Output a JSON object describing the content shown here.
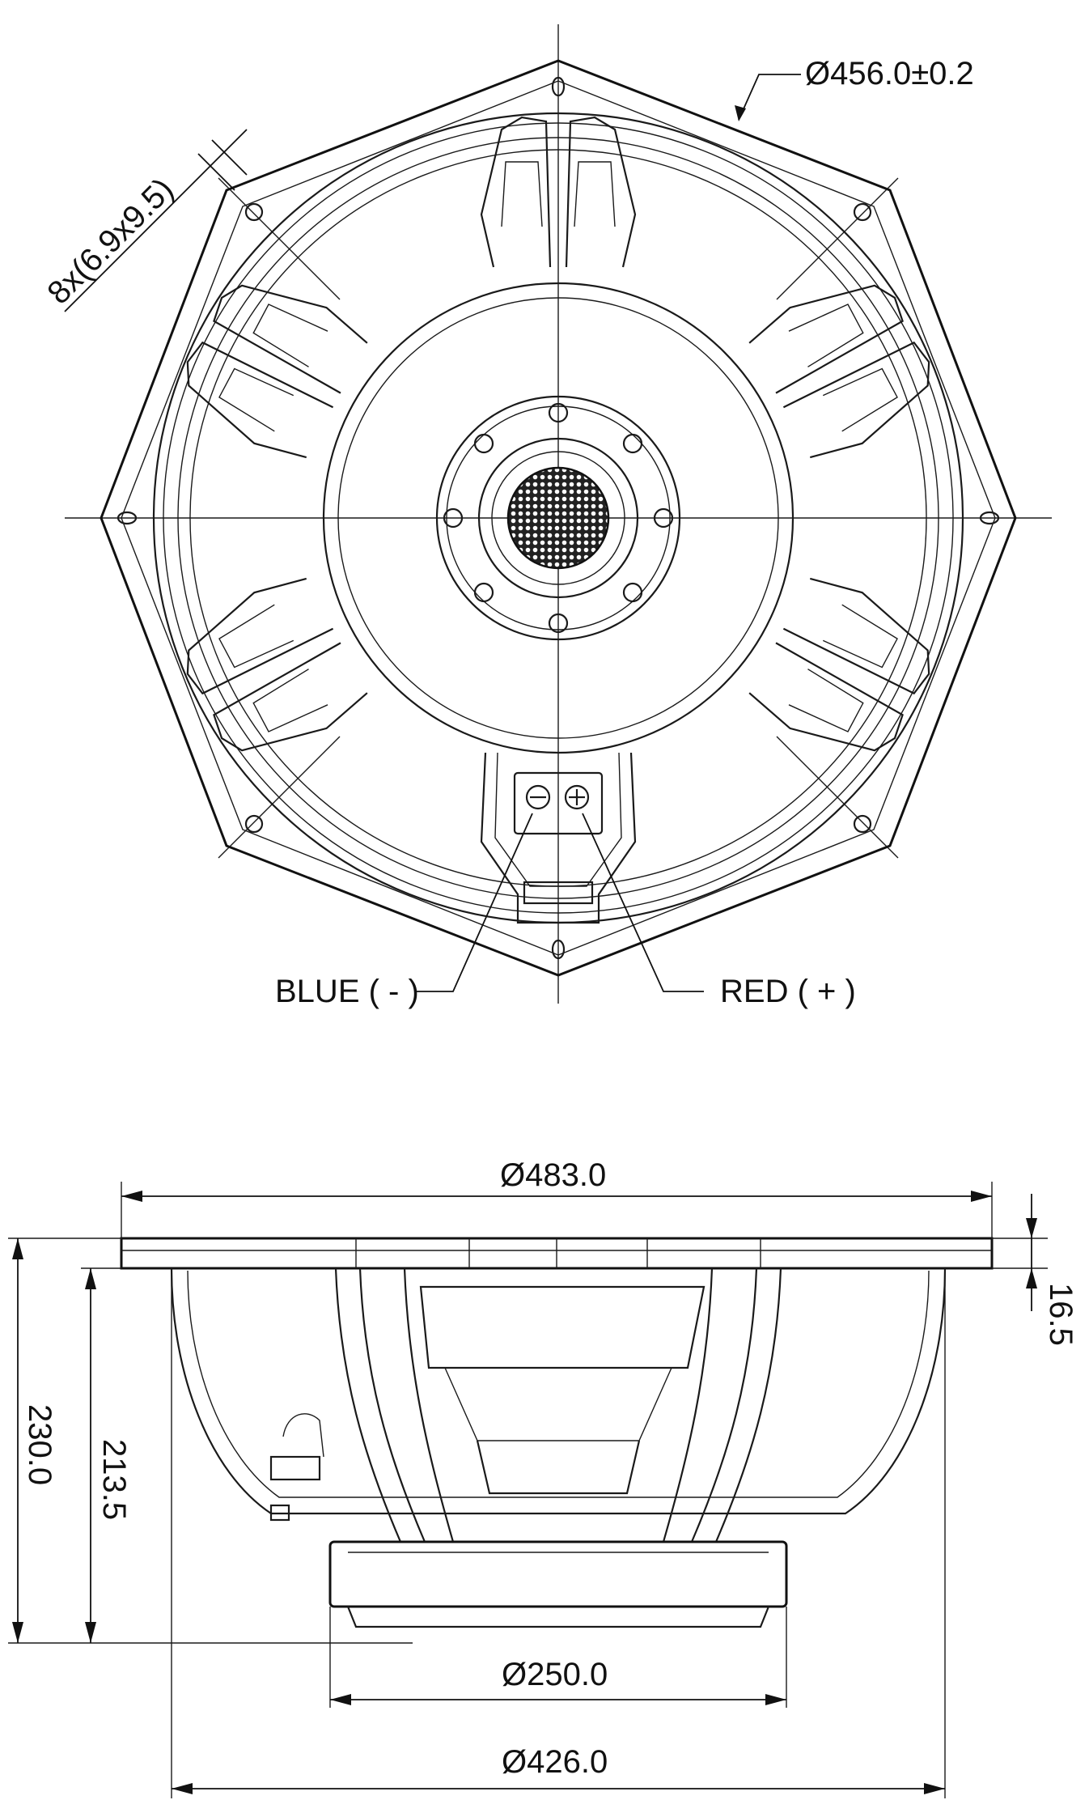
{
  "front_view": {
    "outer_diameter": "Ø456.0±0.2",
    "mount_holes": "8x(6.9x9.5)",
    "terminal_negative": "BLUE ( - )",
    "terminal_positive": "RED ( + )"
  },
  "side_view": {
    "flange_diameter": "Ø483.0",
    "flange_thickness": "16.5",
    "total_depth": "230.0",
    "mounting_depth": "213.5",
    "magnet_diameter": "Ø250.0",
    "basket_diameter": "Ø426.0"
  },
  "colors": {
    "line": "#1a1a1a",
    "background": "#ffffff"
  }
}
